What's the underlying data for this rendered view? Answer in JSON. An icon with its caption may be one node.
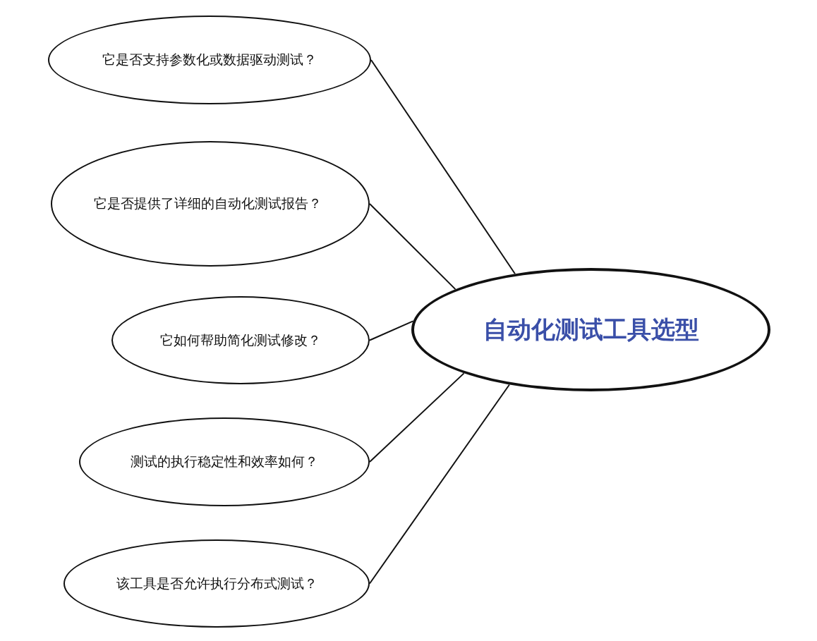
{
  "diagram": {
    "nodes": [
      {
        "text": [
          "它是否支持参数化或数据驱动测试？"
        ]
      },
      {
        "text": [
          "它是否提供了详细的自动化测试报告？"
        ]
      },
      {
        "text": [
          "它如何帮助简化测试修改？"
        ]
      },
      {
        "text": [
          "测试的执行稳定性和效率如何？"
        ]
      },
      {
        "text": [
          "该工具是否允许执行分布式测试？"
        ]
      },
      {
        "text": [
          "自动化测试工具选型"
        ]
      }
    ],
    "edges": [
      {
        "from": 5,
        "to": 0,
        "arrow": "none"
      },
      {
        "from": 5,
        "to": 1,
        "arrow": "none"
      },
      {
        "from": 5,
        "to": 2,
        "arrow": "none"
      },
      {
        "from": 5,
        "to": 3,
        "arrow": "none"
      },
      {
        "from": 5,
        "to": 4,
        "arrow": "none"
      }
    ]
  }
}
